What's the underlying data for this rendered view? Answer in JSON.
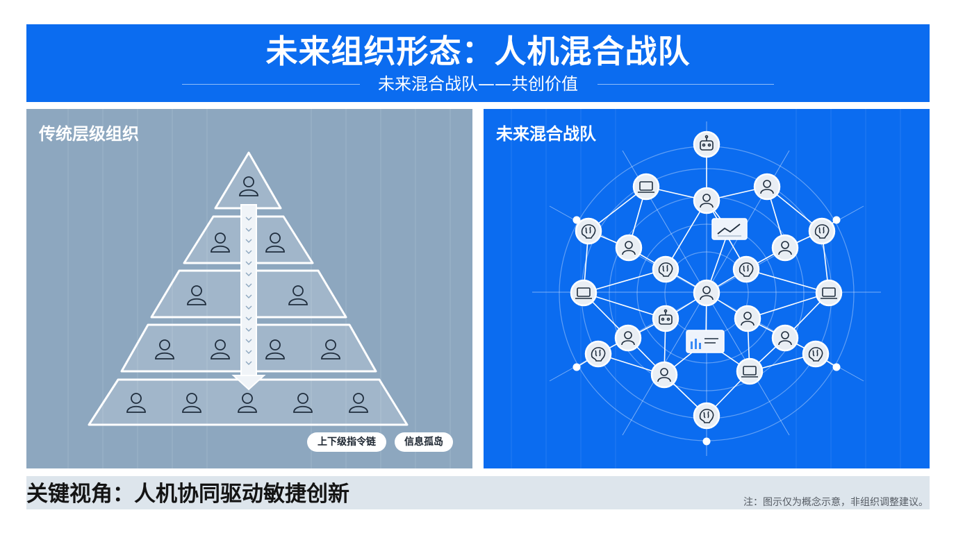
{
  "header": {
    "title": "未来组织形态：人机混合战队",
    "subtitle": "未来混合战队——共创价值"
  },
  "left_panel": {
    "label": "传统层级组织",
    "tags": [
      "上下级指令链",
      "信息孤岛"
    ]
  },
  "right_panel": {
    "label": "未来混合战队"
  },
  "footer": {
    "key_insight": "关键视角：人机协同驱动敏捷创新",
    "note": "注：图示仅为概念示意，非组织调整建议。"
  },
  "colors": {
    "brand_blue": "#0b6cf0",
    "left_panel": "#8da7bf",
    "bottom_bar": "#dde5ec"
  },
  "icons": [
    "person-icon",
    "robot-icon",
    "laptop-icon",
    "brain-icon",
    "chart-icon",
    "down-arrow-icon"
  ]
}
